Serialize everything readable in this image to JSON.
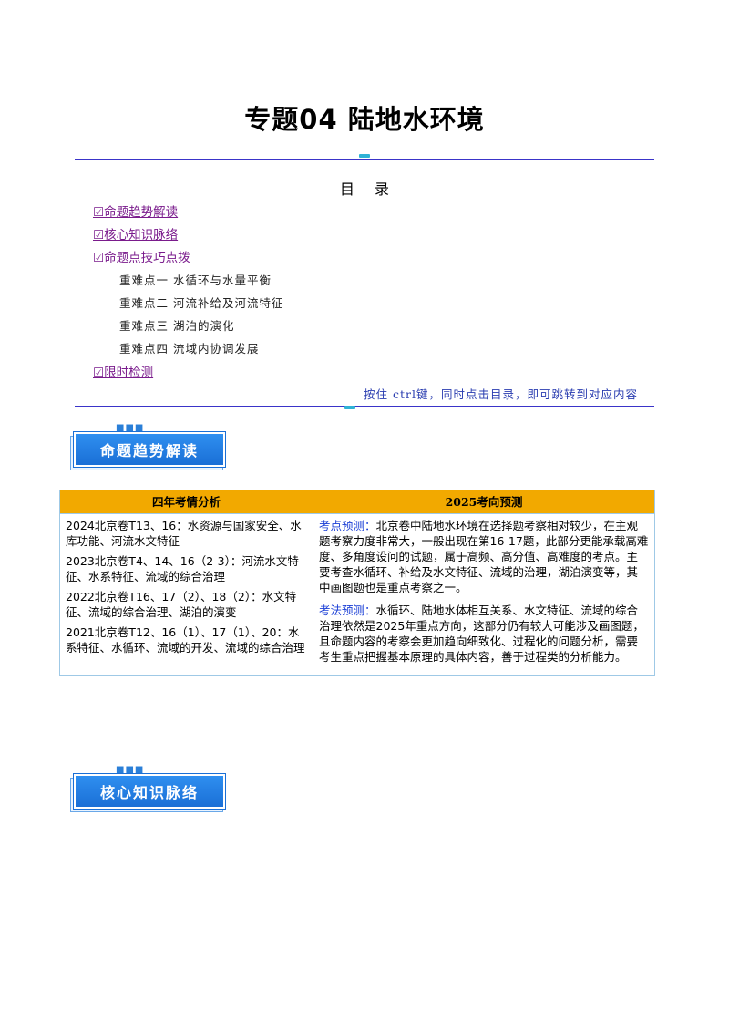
{
  "doc": {
    "title": "专题04  陆地水环境",
    "toc_title": "目录",
    "toc_links": [
      "☑命题趋势解读",
      "☑核心知识脉络",
      "☑命题点技巧点拨",
      "☑限时检测"
    ],
    "toc_sub": [
      "重难点一  水循环与水量平衡",
      "重难点二  河流补给及河流特征",
      "重难点三  湖泊的演化",
      "重难点四  流域内协调发展"
    ],
    "hint": "按住 ctrl键，同时点击目录，即可跳转到对应内容",
    "section1_label": "命题趋势解读",
    "section2_label": "核心知识脉络"
  },
  "table": {
    "headers": [
      "四年考情分析",
      "2025考向预测"
    ],
    "left": [
      "2024北京卷T13、16：水资源与国家安全、水库功能、河流水文特征",
      "2023北京卷T4、14、16（2-3）：河流水文特征、水系特征、流域的综合治理",
      "2022北京卷T16、17（2）、18（2）：水文特征、流域的综合治理、湖泊的演变",
      "2021北京卷T12、16（1）、17（1）、20：水系特征、水循环、流域的开发、流域的综合治理"
    ],
    "right": [
      {
        "label": "考点预测：",
        "text": "北京卷中陆地水环境在选择题考察相对较少，在主观题考察力度非常大，一般出现在第16-17题，此部分更能承载高难度、多角度设问的试题，属于高频、高分值、高难度的考点。主要考查水循环、补给及水文特征、流域的治理，湖泊演变等，其中画图题也是重点考察之一。"
      },
      {
        "label": "考法预测：",
        "text": "水循环、陆地水体相互关系、水文特征、流域的综合治理依然是2025年重点方向，这部分仍有较大可能涉及画图题，且命题内容的考察会更加趋向细致化、过程化的问题分析，需要考生重点把握基本原理的具体内容，善于过程类的分析能力。"
      }
    ]
  }
}
